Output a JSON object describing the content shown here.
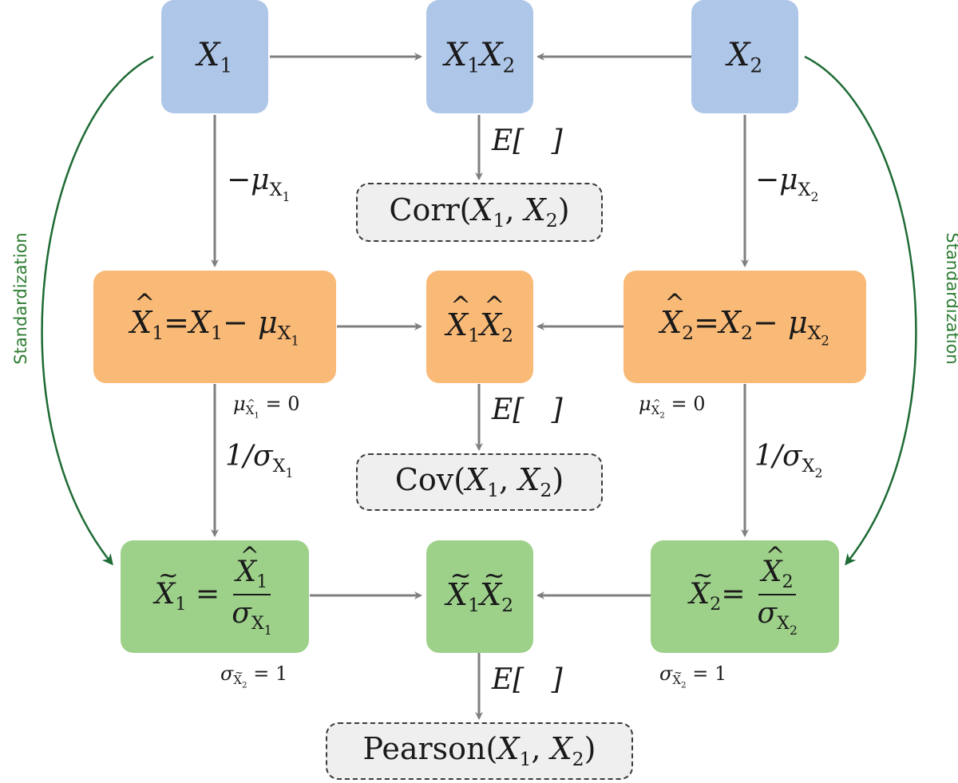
{
  "nodes": {
    "x1": {
      "sym": "X",
      "sub": "1"
    },
    "x1x2": {
      "a": "X",
      "a_sub": "1",
      "b": "X",
      "b_sub": "2"
    },
    "x2": {
      "sym": "X",
      "sub": "2"
    },
    "xhat1": {
      "lhs": "X",
      "lhs_sub": "1",
      "eq": "=",
      "r1": "X",
      "r1_sub": "1",
      "op": "−",
      "mu": "μ",
      "mu_sub": "X",
      "mu_subsub": "1"
    },
    "xhat1xhat2": {
      "a": "X",
      "a_sub": "1",
      "b": "X",
      "b_sub": "2"
    },
    "xhat2": {
      "lhs": "X",
      "lhs_sub": "2",
      "eq": "=",
      "r1": "X",
      "r1_sub": "2",
      "op": "−",
      "mu": "μ",
      "mu_sub": "X",
      "mu_subsub": "2"
    },
    "xtil1": {
      "lhs": "X",
      "lhs_sub": "1",
      "eq": "=",
      "num": "X",
      "num_sub": "1",
      "den": "σ",
      "den_sub": "X",
      "den_subsub": "1"
    },
    "xtil1xtil2": {
      "a": "X",
      "a_sub": "1",
      "b": "X",
      "b_sub": "2"
    },
    "xtil2": {
      "lhs": "X",
      "lhs_sub": "2",
      "eq": "=",
      "num": "X",
      "num_sub": "2",
      "den": "σ",
      "den_sub": "X",
      "den_subsub": "2"
    }
  },
  "results": {
    "corr": {
      "name": "Corr",
      "open": "(",
      "a": "X",
      "a_sub": "1",
      "comma": ",",
      "b": "X",
      "b_sub": "2",
      "close": ")"
    },
    "cov": {
      "name": "Cov",
      "open": "(",
      "a": "X",
      "a_sub": "1",
      "comma": ",",
      "b": "X",
      "b_sub": "2",
      "close": ")"
    },
    "pearson": {
      "name": "Pearson",
      "open": "(",
      "a": "X",
      "a_sub": "1",
      "comma": ",",
      "b": "X",
      "b_sub": "2",
      "close": ")"
    }
  },
  "edge_labels": {
    "minus_mu_x1": {
      "text": "−μ",
      "sub": "X",
      "subsub": "1"
    },
    "minus_mu_x2": {
      "text": "−μ",
      "sub": "X",
      "subsub": "2"
    },
    "inv_sigma_x1": {
      "text": "1/σ",
      "sub": "X",
      "subsub": "1"
    },
    "inv_sigma_x2": {
      "text": "1/σ",
      "sub": "X",
      "subsub": "2"
    },
    "expect": "E[   ]"
  },
  "annotations": {
    "mu_xhat1": {
      "sym": "μ",
      "sub": "X",
      "subsub": "1",
      "rhs": "= 0"
    },
    "mu_xhat2": {
      "sym": "μ",
      "sub": "X",
      "subsub": "2",
      "rhs": "= 0"
    },
    "sigma_xtil_left": {
      "sym": "σ",
      "sub": "X",
      "subsub": "2",
      "rhs": "= 1"
    },
    "sigma_xtil_right": {
      "sym": "σ",
      "sub": "X",
      "subsub": "2",
      "rhs": "= 1"
    }
  },
  "side_labels": {
    "left": "Standardization",
    "right": "Standardization"
  },
  "colors": {
    "blue": "#aec6e8",
    "orange": "#f9b977",
    "green": "#9dd18a",
    "arrow": "#7f7f7f",
    "side_arrow": "#1e6b34"
  }
}
